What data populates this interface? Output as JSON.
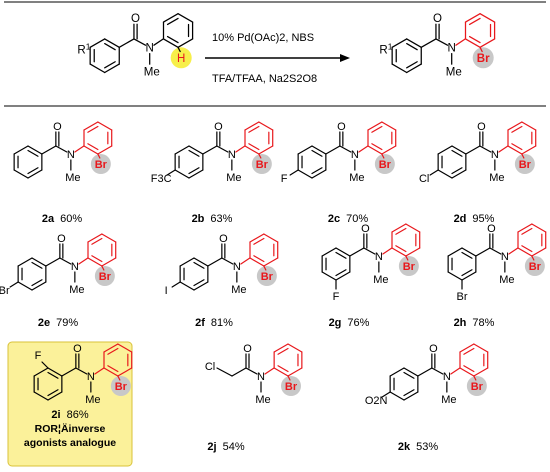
{
  "scheme": {
    "reagents_line1": "10% Pd(OAc)2, NBS",
    "reagents_line2": "TFA/TFAA, Na2S2O8",
    "atoms": {
      "O": "O",
      "N": "N",
      "Me": "Me",
      "H": "H",
      "Br": "Br",
      "R1": "R1",
      "F": "F",
      "Cl": "Cl",
      "I": "I",
      "CF3": "F3C",
      "NO2": "O2N"
    }
  },
  "products": [
    {
      "id": "2a",
      "yield": "60%"
    },
    {
      "id": "2b",
      "yield": "63%"
    },
    {
      "id": "2c",
      "yield": "70%"
    },
    {
      "id": "2d",
      "yield": "95%"
    },
    {
      "id": "2e",
      "yield": "79%"
    },
    {
      "id": "2f",
      "yield": "81%"
    },
    {
      "id": "2g",
      "yield": "76%"
    },
    {
      "id": "2h",
      "yield": "78%"
    },
    {
      "id": "2i",
      "yield": "86%",
      "note_line1": "ROR¦Äinverse",
      "note_line2": "agonists analogue"
    },
    {
      "id": "2j",
      "yield": "54%"
    },
    {
      "id": "2k",
      "yield": "53%"
    }
  ],
  "colors": {
    "bond": "#000000",
    "highlight_red": "#e8181c",
    "br_circle": "#c8c8c8",
    "h_circle": "#f7ef4a",
    "box_fill": "#fbf19a",
    "box_border": "#d9c238"
  }
}
